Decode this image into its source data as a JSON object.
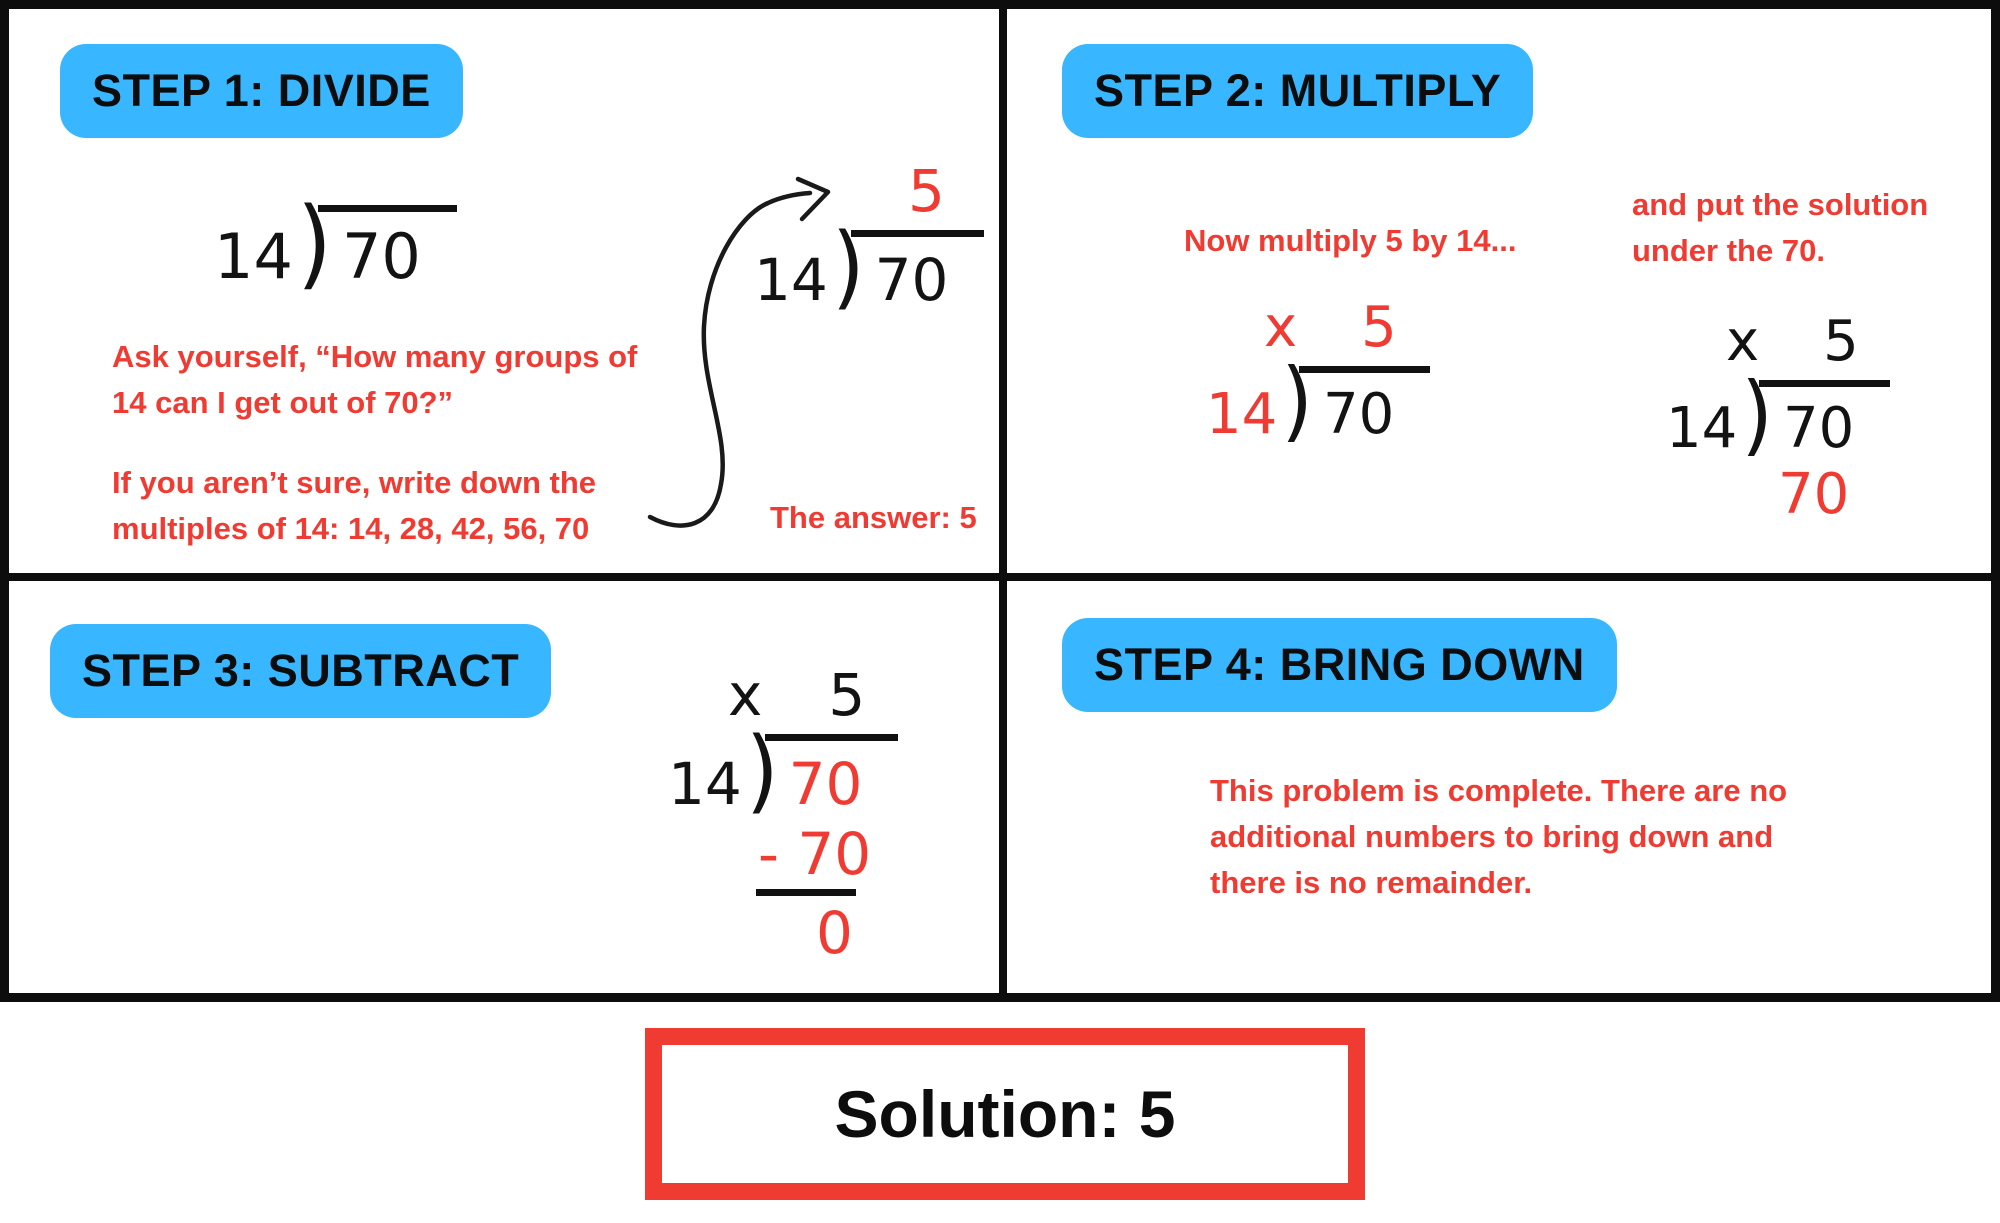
{
  "colors": {
    "badge_blue": "#38b6ff",
    "accent_red": "#f03b33",
    "text_black": "#111111"
  },
  "symbols": {
    "paren": ")",
    "times": "x"
  },
  "q1": {
    "badge": "STEP 1: DIVIDE",
    "main_division": {
      "divisor": "14",
      "dividend": "70"
    },
    "answer_division": {
      "quotient": "5",
      "divisor": "14",
      "dividend": "70"
    },
    "ask_line1": "Ask yourself, “How many groups of",
    "ask_line2": "14 can I get out of 70?”",
    "sure_line1": "If you aren’t sure, write down the",
    "sure_line2": "multiples of 14: 14, 28, 42, 56, 70",
    "answer_label": "The answer: 5"
  },
  "q2": {
    "badge": "STEP 2: MULTIPLY",
    "note_left": "Now multiply 5 by 14...",
    "note_right_line1": "and put the solution",
    "note_right_line2": "under the 70.",
    "division_left": {
      "times": "x",
      "quotient": "5",
      "divisor": "14",
      "dividend": "70"
    },
    "division_right": {
      "times": "x",
      "quotient": "5",
      "divisor": "14",
      "dividend": "70",
      "product": "70"
    }
  },
  "q3": {
    "badge": "STEP 3: SUBTRACT",
    "division": {
      "times": "x",
      "quotient": "5",
      "divisor": "14",
      "dividend": "70",
      "subtract": "- 70",
      "remainder": "0"
    }
  },
  "q4": {
    "badge": "STEP 4: BRING DOWN",
    "note_line1": "This problem is complete. There are no",
    "note_line2": "additional numbers to bring down and",
    "note_line3": "there is no remainder."
  },
  "solution": {
    "label": "Solution: 5"
  }
}
